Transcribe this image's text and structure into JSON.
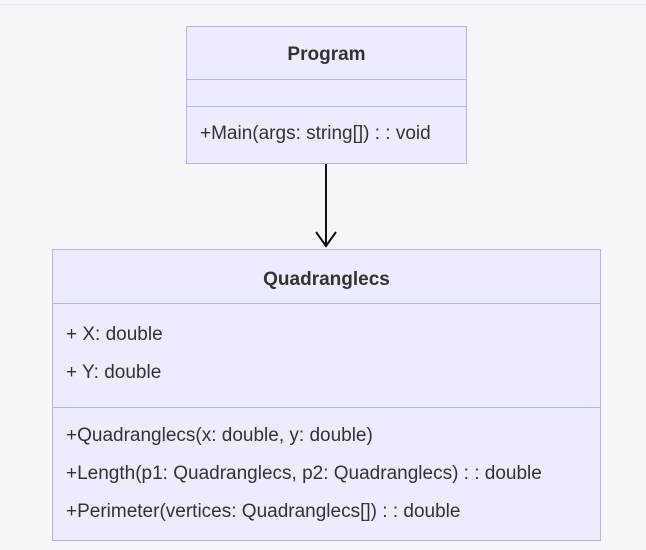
{
  "classes": {
    "program": {
      "name": "Program",
      "attributes": [],
      "methods": [
        "+Main(args: string[]) : : void"
      ]
    },
    "quadranglecs": {
      "name": "Quadranglecs",
      "attributes": [
        "+ X: double",
        "+ Y: double"
      ],
      "methods": [
        "+Quadranglecs(x: double, y: double)",
        "+Length(p1: Quadranglecs, p2: Quadranglecs) : : double",
        "+Perimeter(vertices: Quadranglecs[]) : : double"
      ]
    }
  },
  "relations": [
    {
      "from": "Program",
      "to": "Quadranglecs",
      "type": "association"
    }
  ],
  "colors": {
    "class_fill": "#ececff",
    "class_border": "#b6b4ef",
    "text": "#333333",
    "arrow": "#111111",
    "background": "#f6f7fb"
  }
}
